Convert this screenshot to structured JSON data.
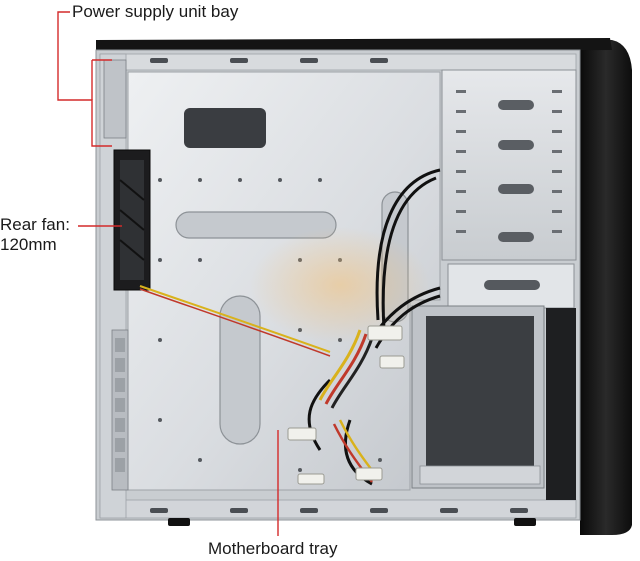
{
  "labels": {
    "psu_bay": "Power supply unit bay",
    "rear_fan_line1": "Rear fan:",
    "rear_fan_line2": "120mm",
    "motherboard_tray": "Motherboard tray"
  },
  "colors": {
    "callout_line": "#d42a2a",
    "case_black": "#151515",
    "tray_silver": "#dfe2e5",
    "frame_silver": "#c9cdd1",
    "fan_wire_yellow": "#d9b21c",
    "fan_wire_red": "#c0392b"
  },
  "icons": [
    "computer-case-photo",
    "case-fan",
    "wire-harness",
    "drive-bay-cage",
    "molex-connector"
  ]
}
